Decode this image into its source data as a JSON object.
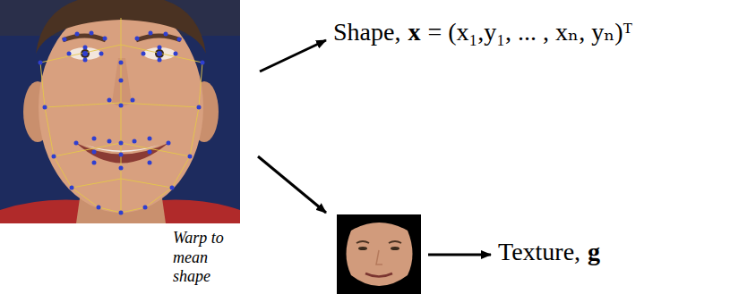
{
  "diagram": {
    "labels": [
      "Shape,",
      "x",
      "= (x₁,y₁, ... , xₙ, yₙ)ᵀ",
      "Warp to mean shape",
      "Texture,",
      "g"
    ]
  }
}
